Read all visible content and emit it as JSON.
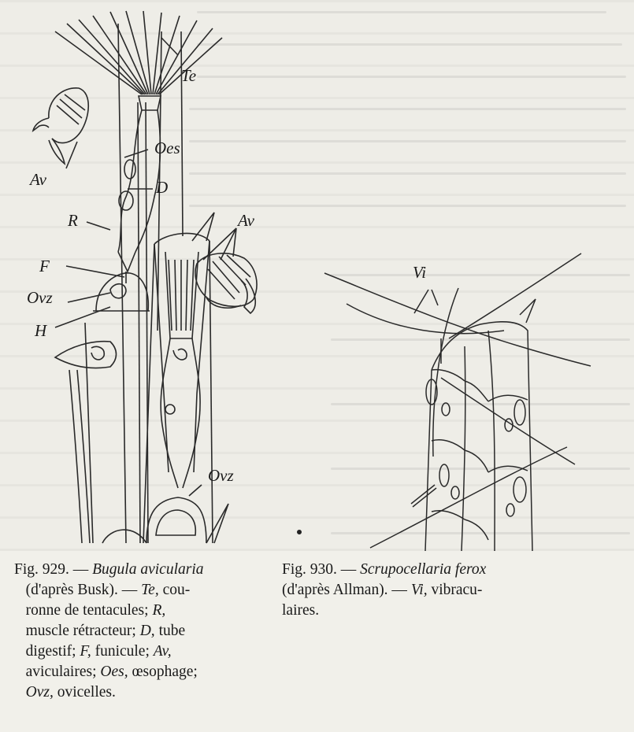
{
  "figure929": {
    "labels": {
      "te": "Te",
      "av_left": "Av",
      "oes": "Oes",
      "d": "D",
      "r": "R",
      "f": "F",
      "ovz_upper": "Ovz",
      "h": "H",
      "av_right": "Av",
      "ovz_lower": "Ovz"
    },
    "caption": {
      "number": "Fig. 929. —",
      "species": "Bugula avicularia",
      "source": "(d'après Busk). —",
      "te_abbr": "Te,",
      "te_text": "cou-",
      "line2": "ronne de tentacules;",
      "r_abbr": "R,",
      "line3": "muscle rétracteur;",
      "d_abbr": "D,",
      "d_text": "tube",
      "line4": "digestif;",
      "f_abbr": "F,",
      "f_text": "funicule;",
      "av_abbr": "Av,",
      "line5": "aviculaires;",
      "oes_abbr": "Oes,",
      "oes_text": "œsophage;",
      "ovz_abbr": "Ovz,",
      "ovz_text": "ovicelles."
    }
  },
  "figure930": {
    "labels": {
      "vi": "Vi"
    },
    "caption": {
      "number": "Fig. 930. —",
      "species": "Scrupocellaria ferox",
      "source": "(d'après Allman). —",
      "vi_abbr": "Vi,",
      "vi_text": "vibracu-",
      "line2": "laires."
    }
  }
}
